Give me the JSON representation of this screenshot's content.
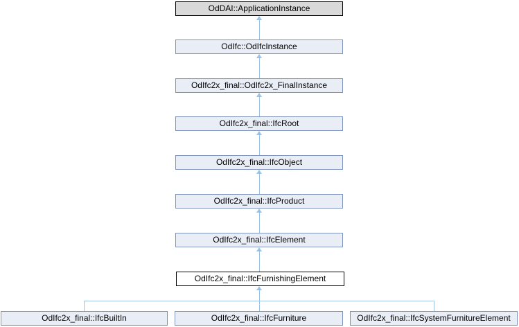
{
  "diagram": {
    "type": "class-inheritance-graph",
    "nodes": [
      {
        "id": "n0",
        "label": "OdDAI::ApplicationInstance",
        "kind": "undocumented"
      },
      {
        "id": "n1",
        "label": "OdIfc::OdIfcInstance",
        "kind": "documented"
      },
      {
        "id": "n2",
        "label": "OdIfc2x_final::OdIfc2x_FinalInstance",
        "kind": "documented"
      },
      {
        "id": "n3",
        "label": "OdIfc2x_final::IfcRoot",
        "kind": "documented"
      },
      {
        "id": "n4",
        "label": "OdIfc2x_final::IfcObject",
        "kind": "documented"
      },
      {
        "id": "n5",
        "label": "OdIfc2x_final::IfcProduct",
        "kind": "documented"
      },
      {
        "id": "n6",
        "label": "OdIfc2x_final::IfcElement",
        "kind": "documented"
      },
      {
        "id": "n7",
        "label": "OdIfc2x_final::IfcFurnishingElement",
        "kind": "current"
      },
      {
        "id": "n8",
        "label": "OdIfc2x_final::IfcBuiltIn",
        "kind": "documented"
      },
      {
        "id": "n9",
        "label": "OdIfc2x_final::IfcFurniture",
        "kind": "documented"
      },
      {
        "id": "n10",
        "label": "OdIfc2x_final::IfcSystemFurnitureElement",
        "kind": "documented"
      }
    ],
    "edges": [
      {
        "from": "n1",
        "to": "n0"
      },
      {
        "from": "n2",
        "to": "n1"
      },
      {
        "from": "n3",
        "to": "n2"
      },
      {
        "from": "n4",
        "to": "n3"
      },
      {
        "from": "n5",
        "to": "n4"
      },
      {
        "from": "n6",
        "to": "n5"
      },
      {
        "from": "n7",
        "to": "n6"
      },
      {
        "from": "n8",
        "to": "n7"
      },
      {
        "from": "n9",
        "to": "n7"
      },
      {
        "from": "n10",
        "to": "n7"
      }
    ],
    "colors": {
      "background": "#FFFFFF",
      "node_fill": "#E9EDF6",
      "node_border": "#7E93BC",
      "undocumented_fill": "#D9D9D9",
      "undocumented_border": "#000000",
      "current_fill": "#FFFFFF",
      "current_border": "#000000",
      "edge": "#9CC2E5",
      "text": "#000000"
    }
  }
}
